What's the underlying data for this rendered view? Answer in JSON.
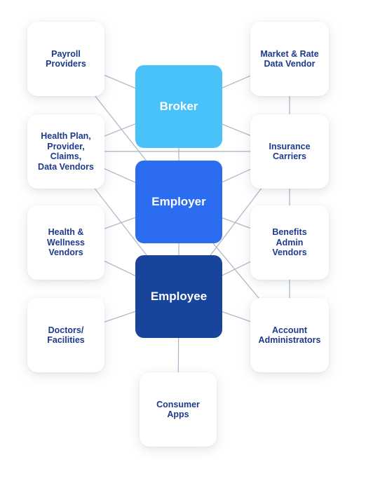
{
  "colors": {
    "broker": "#48c2f9",
    "employer": "#2b6cf0",
    "employee": "#18449b",
    "node_text": "#1d3a8c",
    "connector": "#a9b4c6"
  },
  "hubs": {
    "broker": "Broker",
    "employer": "Employer",
    "employee": "Employee"
  },
  "nodes": {
    "payroll": "Payroll\nProviders",
    "health_plan": "Health Plan,\nProvider,\nClaims,\nData Vendors",
    "wellness": "Health &\nWellness\nVendors",
    "doctors": "Doctors/\nFacilities",
    "market_rate": "Market & Rate\nData Vendor",
    "insurance": "Insurance\nCarriers",
    "benefits": "Benefits\nAdmin\nVendors",
    "account": "Account\nAdministrators",
    "consumer": "Consumer\nApps"
  },
  "connections": [
    [
      "payroll",
      "broker"
    ],
    [
      "payroll",
      "employer"
    ],
    [
      "health_plan",
      "broker"
    ],
    [
      "health_plan",
      "employer"
    ],
    [
      "health_plan",
      "employee"
    ],
    [
      "health_plan",
      "insurance"
    ],
    [
      "wellness",
      "employer"
    ],
    [
      "wellness",
      "employee"
    ],
    [
      "doctors",
      "employee"
    ],
    [
      "market_rate",
      "broker"
    ],
    [
      "market_rate",
      "insurance"
    ],
    [
      "insurance",
      "broker"
    ],
    [
      "insurance",
      "employer"
    ],
    [
      "insurance",
      "employee"
    ],
    [
      "insurance",
      "benefits"
    ],
    [
      "benefits",
      "employer"
    ],
    [
      "benefits",
      "employee"
    ],
    [
      "benefits",
      "account"
    ],
    [
      "account",
      "employer"
    ],
    [
      "account",
      "employee"
    ],
    [
      "broker",
      "employer"
    ],
    [
      "employer",
      "employee"
    ],
    [
      "employee",
      "consumer"
    ]
  ]
}
